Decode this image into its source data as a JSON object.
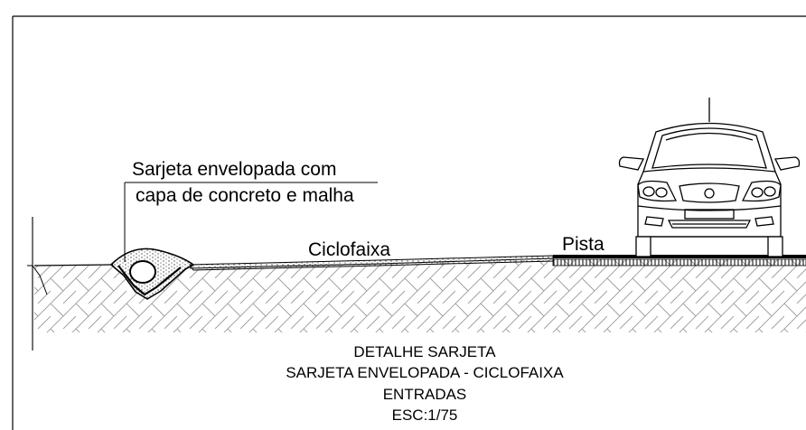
{
  "labels": {
    "gutter_callout_line1": "Sarjeta envelopada com",
    "gutter_callout_line2": "capa de concreto e malha",
    "bike_lane": "Ciclofaixa",
    "road": "Pista"
  },
  "caption": {
    "line1": "DETALHE SARJETA",
    "line2": "SARJETA ENVELOPADA - CICLOFAIXA",
    "line3": "ENTRADAS",
    "line4": "ESC:1/75"
  },
  "colors": {
    "line": "#000000",
    "hatch": "#9a9a9a",
    "background": "#ffffff"
  }
}
